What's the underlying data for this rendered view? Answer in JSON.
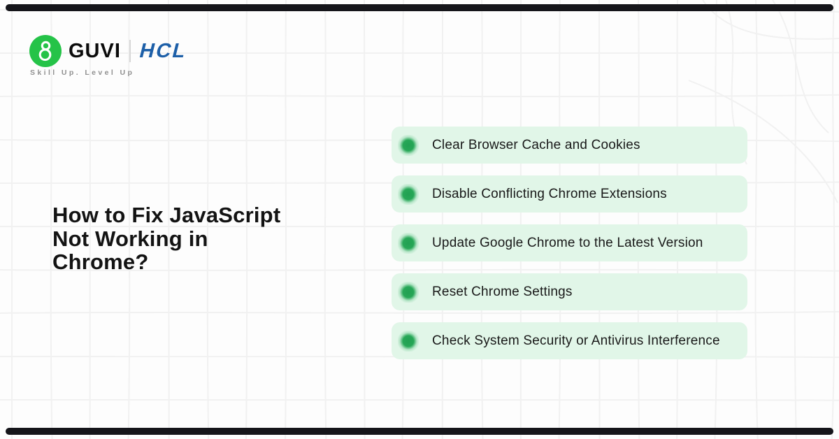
{
  "brand": {
    "name": "GUVI",
    "partner": "HCL",
    "tagline": "Skill Up. Level Up",
    "colors": {
      "guvi_green": "#25c348",
      "hcl_blue": "#1d5fa8",
      "name_color": "#0b0b0b",
      "tagline_color": "#909090"
    }
  },
  "title": {
    "full": "How to Fix JavaScript Not Working in Chrome?",
    "lines": [
      "How to Fix JavaScript",
      "Not Working in",
      "Chrome?"
    ],
    "color": "#131313"
  },
  "checklist": {
    "row_bg": "#e1f6e8",
    "bullet_color": "#22a050",
    "text_color": "#191919",
    "bullet_icon": "green-glow-dot-icon",
    "items": [
      "Clear Browser Cache and Cookies",
      "Disable Conflicting Chrome Extensions",
      "Update Google Chrome to the Latest Version",
      "Reset Chrome Settings",
      "Check System Security or Antivirus Interference"
    ]
  },
  "decor": {
    "accent_bar_color": "#15151a",
    "grid_line_color": "#f1f1f1",
    "background": "#fdfdfd"
  }
}
